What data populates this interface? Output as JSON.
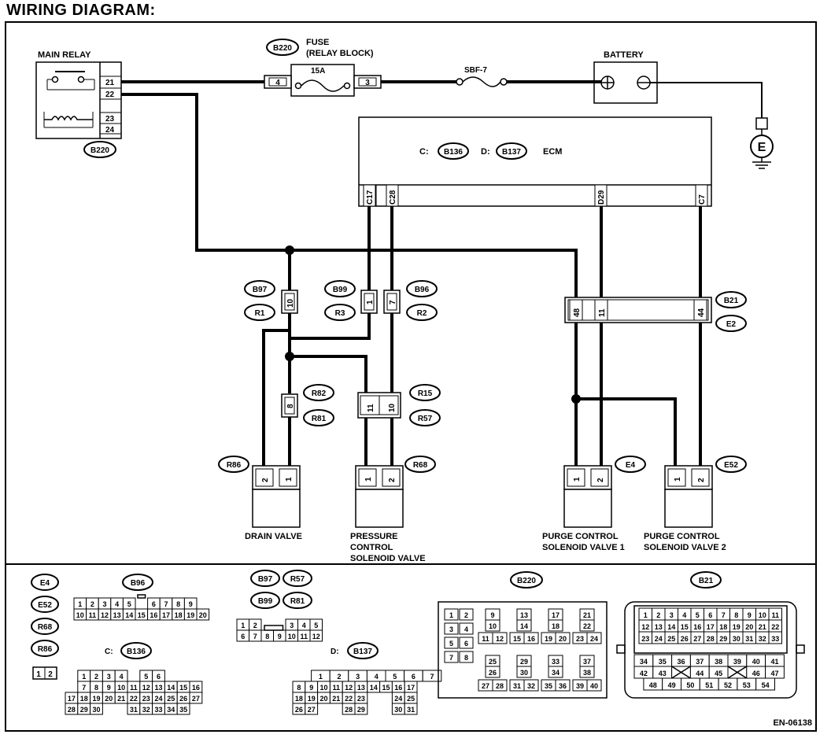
{
  "title": "WIRING DIAGRAM:",
  "footer": "EN-06138",
  "components": {
    "main_relay": "MAIN RELAY",
    "fuse_line1": "FUSE",
    "fuse_line2": "(RELAY BLOCK)",
    "fuse_rating": "15A",
    "sbf": "SBF-7",
    "battery": "BATTERY",
    "ground": "E",
    "ecm": "ECM",
    "ecm_c_prefix": "C:",
    "ecm_d_prefix": "D:",
    "drain_valve": "DRAIN VALVE",
    "pressure_valve": [
      "PRESSURE",
      "CONTROL",
      "SOLENOID VALVE"
    ],
    "purge1": [
      "PURGE CONTROL",
      "SOLENOID VALVE 1"
    ],
    "purge2": [
      "PURGE CONTROL",
      "SOLENOID VALVE 2"
    ]
  },
  "relay_pins": [
    "21",
    "22",
    "23",
    "24"
  ],
  "fuse_pins": [
    "4",
    "3"
  ],
  "ecm_pins": [
    "C17",
    "C28",
    "D29",
    "C7"
  ],
  "connectors": {
    "B220": "B220",
    "B136": "B136",
    "B137": "B137",
    "B97": "B97",
    "B99": "B99",
    "B96": "B96",
    "R1": "R1",
    "R3": "R3",
    "R2": "R2",
    "B21": "B21",
    "E2": "E2",
    "R82": "R82",
    "R81": "R81",
    "R15": "R15",
    "R57": "R57",
    "R86": "R86",
    "R68": "R68",
    "E4": "E4",
    "E52": "E52"
  },
  "inline_pins": {
    "b97_r1": "10",
    "b99_r3": "1",
    "b96_r2": "7",
    "b21_e2": [
      "48",
      "11",
      "44"
    ],
    "r82_r81": "8",
    "r15_r57": [
      "11",
      "10"
    ],
    "device_pins": [
      "1",
      "2"
    ]
  },
  "legend": {
    "e_group": [
      "E4",
      "E52",
      "R68",
      "R86"
    ],
    "two_pin": [
      "1",
      "2"
    ],
    "b96_label": "B96",
    "b96_row1": [
      "1",
      "2",
      "3",
      "4",
      "5",
      "",
      "6",
      "7",
      "8",
      "9"
    ],
    "b96_row2": [
      "10",
      "11",
      "12",
      "13",
      "14",
      "15",
      "16",
      "17",
      "18",
      "19",
      "20"
    ],
    "b136_prefix": "C:",
    "b136_label": "B136",
    "b136_rows": [
      [
        "1",
        "2",
        "3",
        "4",
        "",
        "5",
        "6"
      ],
      [
        "7",
        "8",
        "9",
        "10",
        "11",
        "12",
        "13",
        "14",
        "15",
        "16"
      ],
      [
        "17",
        "18",
        "19",
        "20",
        "21",
        "22",
        "23",
        "24",
        "25",
        "26",
        "27"
      ],
      [
        "28",
        "29",
        "30",
        "",
        "",
        "31",
        "32",
        "33",
        "34",
        "35"
      ]
    ],
    "b97_group": [
      "B97",
      "R57",
      "B99",
      "R81"
    ],
    "b97_row1": [
      "1",
      "2",
      "",
      "3",
      "4",
      "5"
    ],
    "b97_row2": [
      "6",
      "7",
      "8",
      "9",
      "10",
      "11",
      "12"
    ],
    "b137_prefix": "D:",
    "b137_label": "B137",
    "b137_rows": [
      [
        "1",
        "2",
        "3",
        "4",
        "5",
        "6",
        "7"
      ],
      [
        "8",
        "9",
        "10",
        "11",
        "12",
        "13",
        "14",
        "15",
        "16",
        "17"
      ],
      [
        "18",
        "19",
        "20",
        "21",
        "22",
        "23",
        "",
        "",
        "24",
        "25"
      ],
      [
        "26",
        "27",
        "",
        "",
        "28",
        "29",
        "",
        "",
        "30",
        "31"
      ]
    ],
    "b220_label": "B220",
    "b220_pairs": [
      [
        "1",
        "2"
      ],
      [
        "3",
        "4"
      ],
      [
        "5",
        "6"
      ],
      [
        "7",
        "8"
      ]
    ],
    "b220_cols": [
      [
        "9",
        "10",
        "11",
        "12"
      ],
      [
        "13",
        "14",
        "15",
        "16"
      ],
      [
        "17",
        "18",
        "19",
        "20"
      ],
      [
        "21",
        "22",
        "23",
        "24"
      ]
    ],
    "b220_cols2": [
      [
        "25",
        "26",
        "27",
        "28"
      ],
      [
        "29",
        "30",
        "31",
        "32"
      ],
      [
        "33",
        "34",
        "35",
        "36"
      ],
      [
        "37",
        "38",
        "39",
        "40"
      ]
    ],
    "b21_label": "B21",
    "b21_row1": [
      "1",
      "2",
      "3",
      "4",
      "5",
      "6",
      "7",
      "8",
      "9",
      "10",
      "11"
    ],
    "b21_row2": [
      "12",
      "13",
      "14",
      "15",
      "16",
      "17",
      "18",
      "19",
      "20",
      "21",
      "22"
    ],
    "b21_row3": [
      "23",
      "24",
      "25",
      "26",
      "27",
      "28",
      "29",
      "30",
      "31",
      "32",
      "33"
    ],
    "b21_row4": [
      "34",
      "35",
      "36",
      "37",
      "38",
      "39",
      "40",
      "41"
    ],
    "b21_row5": [
      "42",
      "43",
      "",
      "44",
      "45",
      "",
      "46",
      "47"
    ],
    "b21_row6": [
      "48",
      "49",
      "50",
      "51",
      "52",
      "53",
      "54"
    ]
  }
}
